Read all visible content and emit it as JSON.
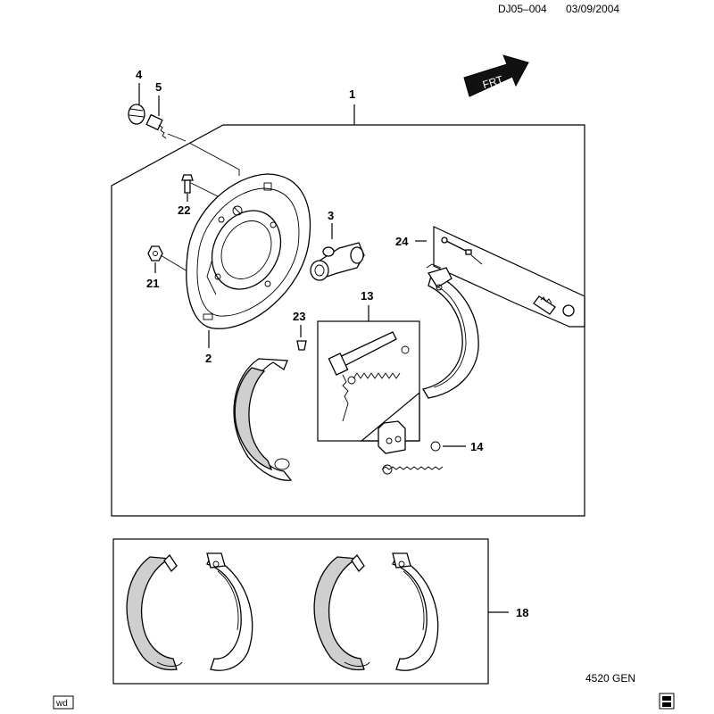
{
  "header": {
    "code": "DJ05–004",
    "date": "03/09/2004"
  },
  "footer": {
    "gen": "4520 GEN",
    "corner": "wd"
  },
  "direction_arrow": {
    "text": "FRT"
  },
  "callouts": {
    "c1": "1",
    "c2": "2",
    "c3": "3",
    "c4": "4",
    "c5": "5",
    "c13": "13",
    "c14": "14",
    "c18": "18",
    "c21": "21",
    "c22": "22",
    "c23": "23",
    "c24": "24"
  }
}
